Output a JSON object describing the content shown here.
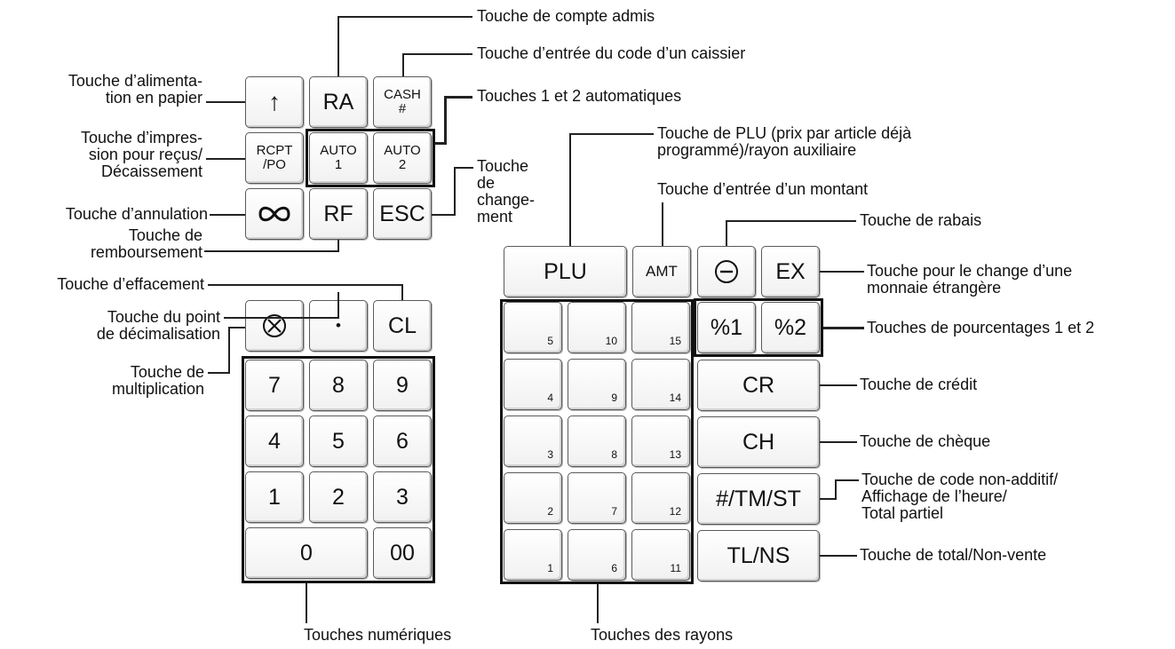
{
  "keys": {
    "feed": "↑",
    "ra": "RA",
    "cash_l1": "CASH",
    "cash_l2": "#",
    "rcpt_l1": "RCPT",
    "rcpt_l2": "/PO",
    "auto1_l1": "AUTO",
    "auto1_l2": "1",
    "auto2_l1": "AUTO",
    "auto2_l2": "2",
    "rf": "RF",
    "esc": "ESC",
    "point": "•",
    "cl": "CL",
    "n7": "7",
    "n8": "8",
    "n9": "9",
    "n4": "4",
    "n5": "5",
    "n6": "6",
    "n1": "1",
    "n2": "2",
    "n3": "3",
    "n0": "0",
    "n00": "00",
    "plu": "PLU",
    "amt": "AMT",
    "ex": "EX",
    "pct1": "%1",
    "pct2": "%2",
    "cr": "CR",
    "ch": "CH",
    "tmst": "#/TM/ST",
    "tlns": "TL/NS",
    "dept": [
      "5",
      "10",
      "15",
      "4",
      "9",
      "14",
      "3",
      "8",
      "13",
      "2",
      "7",
      "12",
      "1",
      "6",
      "11"
    ]
  },
  "labels": {
    "ra": "Touche de compte admis",
    "cash": "Touche d’entrée du code d’un caissier",
    "auto": "Touches 1 et 2 automatiques",
    "feed_1": "Touche d’alimenta-",
    "feed_2": "tion en papier",
    "rcpt_1": "Touche d’impres-",
    "rcpt_2": "sion pour reçus/",
    "rcpt_3": "Décaissement",
    "void": "Touche d’annulation",
    "rf_1": "Touche de",
    "rf_2": "remboursement",
    "esc_1": "Touche",
    "esc_2": "de",
    "esc_3": "change-",
    "esc_4": "ment",
    "plu_1": "Touche de PLU (prix par article déjà",
    "plu_2": "programmé)/rayon auxiliaire",
    "amt": "Touche d’entrée d’un montant",
    "discount": "Touche de rabais",
    "ex_1": "Touche pour le change d’une",
    "ex_2": "monnaie étrangère",
    "clear": "Touche d’effacement",
    "point_1": "Touche du point",
    "point_2": "de décimalisation",
    "mult_1": "Touche de",
    "mult_2": "multiplication",
    "pct": "Touches de pourcentages 1 et 2",
    "cr": "Touche de crédit",
    "ch": "Touche de chèque",
    "tmst_1": "Touche de code non-additif/",
    "tmst_2": "Affichage de l’heure/",
    "tmst_3": "Total partiel",
    "tlns": "Touche de total/Non-vente",
    "numeric": "Touches numériques",
    "dept": "Touches des rayons"
  }
}
